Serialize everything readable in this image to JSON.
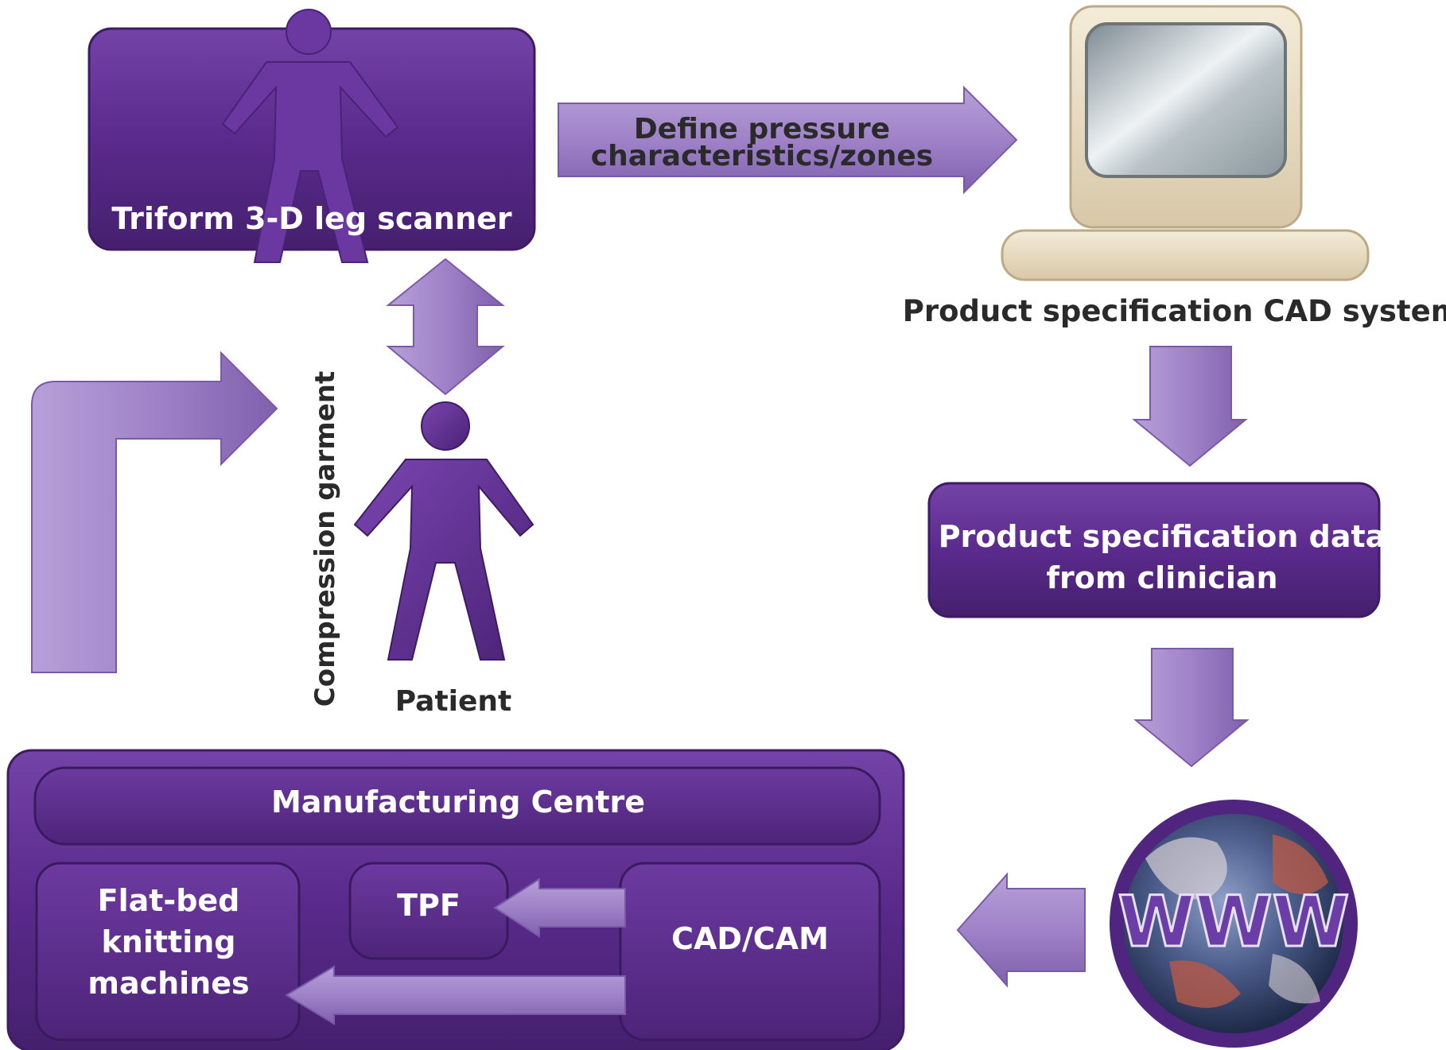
{
  "nodes": {
    "scanner": "Triform 3-D leg scanner",
    "arrow_define_line1": "Define pressure",
    "arrow_define_line2": "characteristics/zones",
    "cad_system": "Product specification CAD system",
    "spec_data_line1": "Product specification data",
    "spec_data_line2": "from clinician",
    "www": "WWW",
    "patient": "Patient",
    "compression_garment": "Compression garment",
    "manufacturing_centre": "Manufacturing Centre",
    "knitting_line1": "Flat-bed",
    "knitting_line2": "knitting",
    "knitting_line3": "machines",
    "tpf": "TPF",
    "cadcam": "CAD/CAM"
  },
  "colors": {
    "box_purple": "#5a2a8c",
    "arrow_lilac": "#9f82c8",
    "monitor_beige": "#e8dcc4",
    "label_dark": "#2a2a2a"
  }
}
